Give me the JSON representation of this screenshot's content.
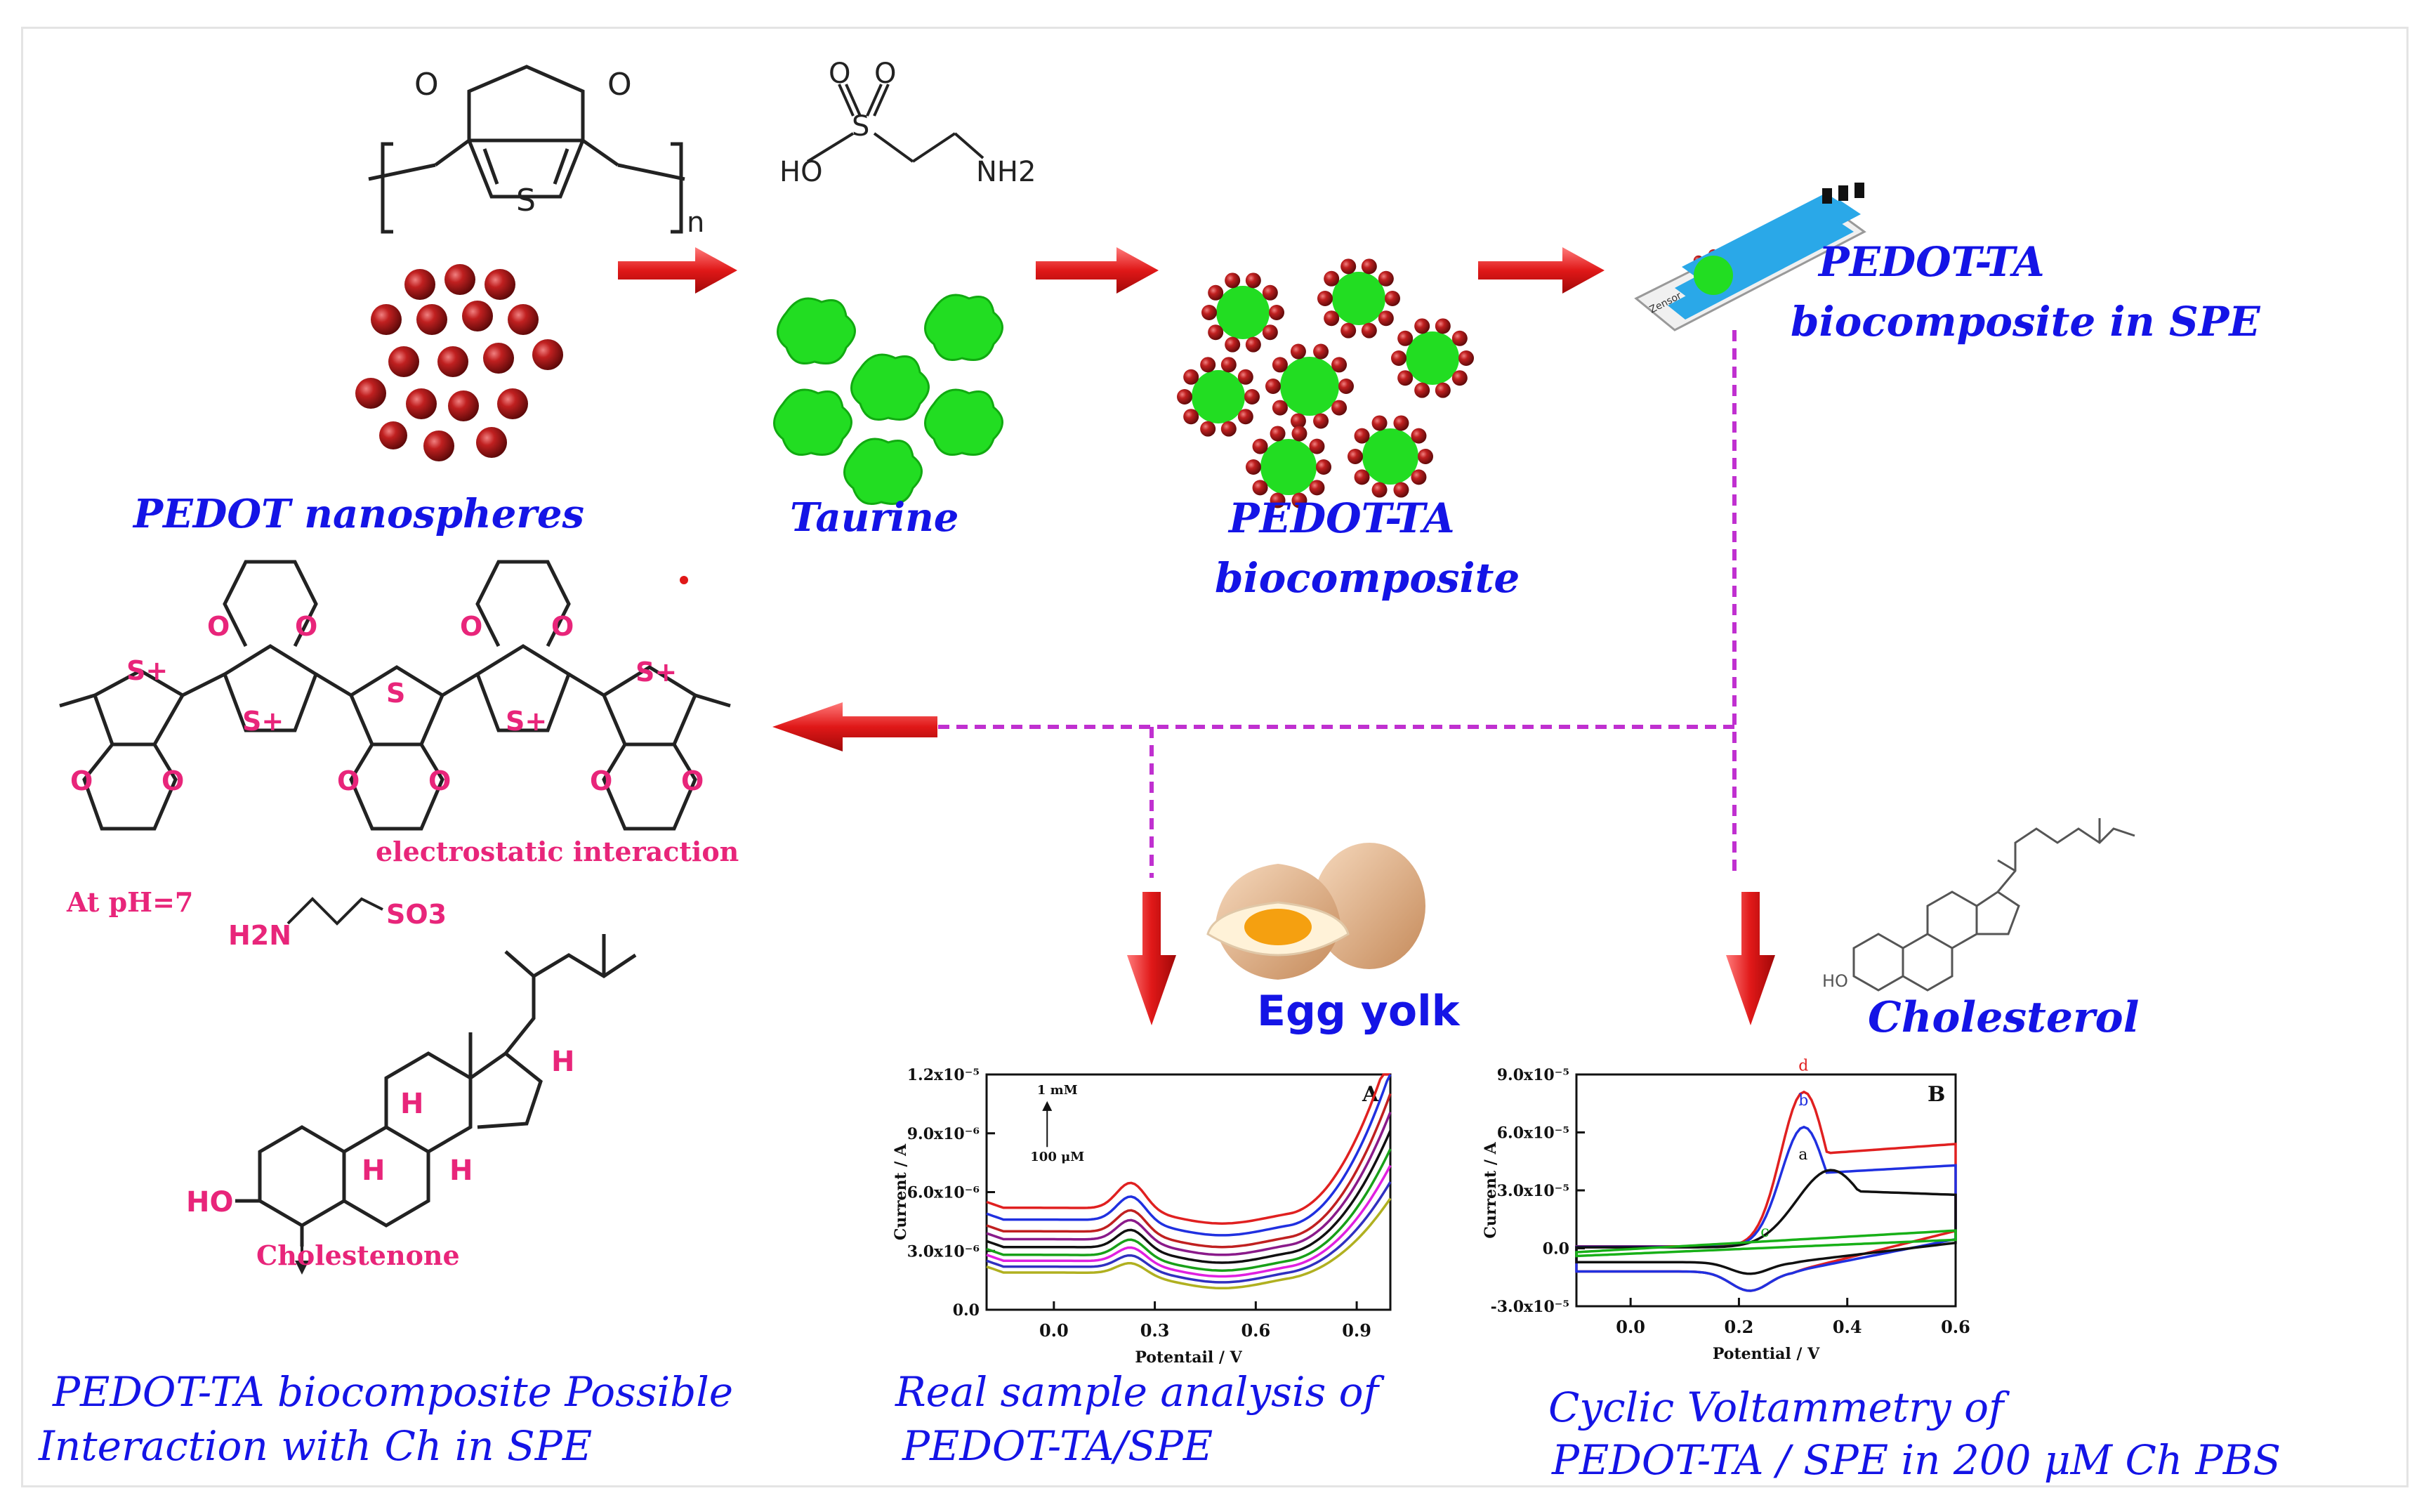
{
  "labels": {
    "pedot_nanospheres": "PEDOT nanospheres",
    "taurine": "Taurine",
    "pedot_ta_biocomposite_l1": "PEDOT-TA",
    "pedot_ta_biocomposite_l2": "biocomposite",
    "spe_l1": "PEDOT-TA",
    "spe_l2": "biocomposite  in SPE",
    "egg_yolk": "Egg yolk",
    "cholesterol": "Cholesterol",
    "electrostatic": "electrostatic interaction",
    "at_ph": "At pH=7",
    "cholestenone": "Cholestenone",
    "spe_chip_text": "Zensor"
  },
  "captions": {
    "left_l1": "PEDOT-TA biocomposite  Possible",
    "left_l2": "Interaction with Ch in SPE",
    "mid_l1": "Real sample analysis of",
    "mid_l2": "PEDOT-TA/SPE",
    "right_l1": "Cyclic Voltammetry of",
    "right_l2": "PEDOT-TA / SPE  in 200 μM Ch PBS"
  },
  "chem": {
    "n_sub": "n",
    "ho": "HO",
    "nh2": "NH2",
    "sulfonyl_s": "S",
    "o": "O",
    "s": "S",
    "s_plus": "S+",
    "h2n": "H2N",
    "so3": "SO3",
    "h": "H",
    "ho_chol": "HO"
  },
  "colors": {
    "label_blue": "#1414e6",
    "accent_pink": "#e8257a",
    "arrow_red": "#e01818",
    "dash_magenta": "#c030d0",
    "taurine_green": "#22dd22",
    "nanosphere_red": "#9a1010",
    "spe_blue": "#2aa8e8"
  },
  "chart_data": [
    {
      "type": "line",
      "panel_label": "A",
      "xlabel": "Potentail / V",
      "ylabel": "Current / A",
      "xlim": [
        -0.2,
        1.0
      ],
      "ylim": [
        0.0,
        1.2e-05
      ],
      "x_ticks": [
        "0.0",
        "0.3",
        "0.6",
        "0.9"
      ],
      "y_ticks": [
        "0.0",
        "3.0x10⁻⁶",
        "6.0x10⁻⁶",
        "9.0x10⁻⁶",
        "1.2x10⁻⁵"
      ],
      "annotation_top": "1 mM",
      "annotation_bottom": "100 μM",
      "series": [
        {
          "color": "#e02020",
          "base": 5.2e-06
        },
        {
          "color": "#2030e0",
          "base": 4.6e-06
        },
        {
          "color": "#c02020",
          "base": 4e-06
        },
        {
          "color": "#8a1a8a",
          "base": 3.6e-06
        },
        {
          "color": "#101010",
          "base": 3.2e-06
        },
        {
          "color": "#18a018",
          "base": 2.8e-06
        },
        {
          "color": "#e020e0",
          "base": 2.5e-06
        },
        {
          "color": "#3030c0",
          "base": 2.2e-06
        },
        {
          "color": "#b0b020",
          "base": 1.9e-06
        }
      ]
    },
    {
      "type": "line",
      "panel_label": "B",
      "xlabel": "Potential / V",
      "ylabel": "Current / A",
      "xlim": [
        -0.1,
        0.6
      ],
      "ylim": [
        -3e-05,
        9e-05
      ],
      "x_ticks": [
        "0.0",
        "0.2",
        "0.4",
        "0.6"
      ],
      "y_ticks": [
        "-3.0x10⁻⁵",
        "0.0",
        "3.0x10⁻⁵",
        "6.0x10⁻⁵",
        "9.0x10⁻⁵"
      ],
      "series": [
        {
          "name": "d",
          "color": "#e02020",
          "peak": 8.8e-05
        },
        {
          "name": "b",
          "color": "#2030e0",
          "peak": 7e-05
        },
        {
          "name": "a",
          "color": "#101010",
          "peak": 4.2e-05
        },
        {
          "name": "c",
          "color": "#18b018",
          "peak": 1e-05
        }
      ]
    }
  ]
}
